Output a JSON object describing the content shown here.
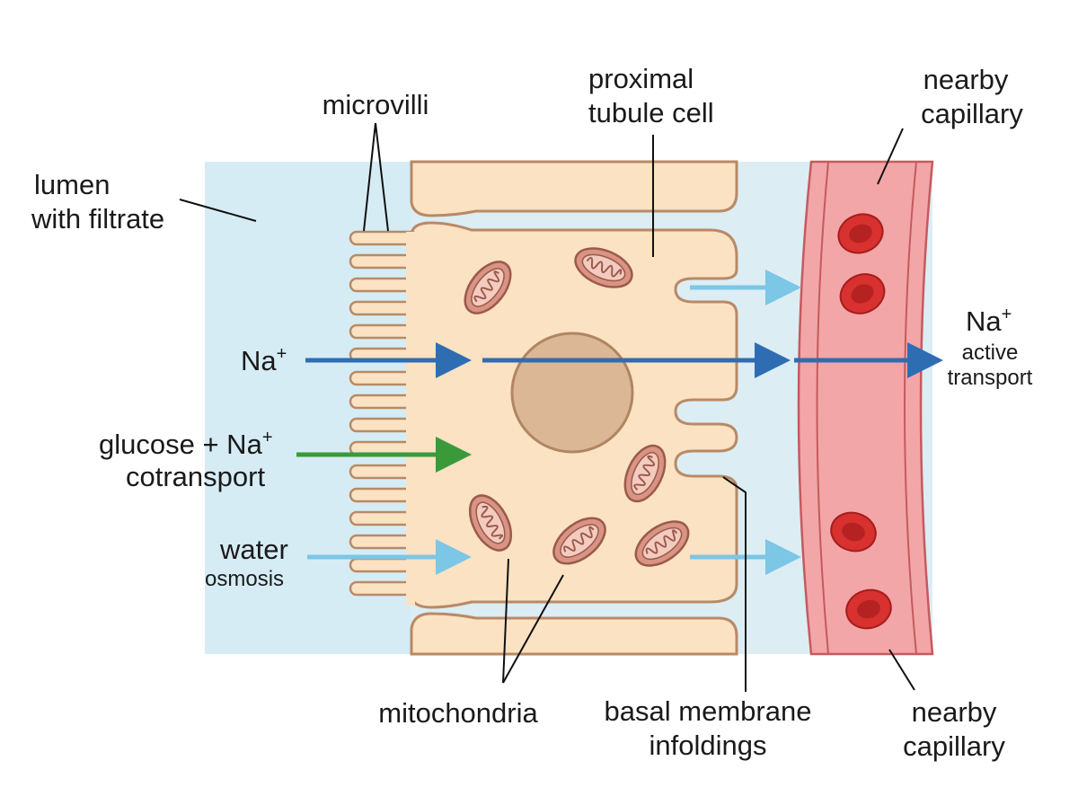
{
  "labels": {
    "microvilli": "microvilli",
    "lumen_line1": "lumen",
    "lumen_line2": "with filtrate",
    "cell_line1": "proximal",
    "cell_line2": "tubule cell",
    "capillary_top_line1": "nearby",
    "capillary_top_line2": "capillary",
    "na_left": "Na",
    "na_left_sup": "+",
    "glucose_line1": "glucose + Na",
    "glucose_sup": "+",
    "glucose_line2": "cotransport",
    "water_line1": "water",
    "water_line2": "osmosis",
    "na_right": "Na",
    "na_right_sup": "+",
    "active_line1": "active",
    "active_line2": "transport",
    "mitochondria": "mitochondria",
    "basal_line1": "basal membrane",
    "basal_line2": "infoldings",
    "capillary_bottom_line1": "nearby",
    "capillary_bottom_line2": "capillary"
  },
  "colors": {
    "lumen_fill": "#d6ecf5",
    "cell_fill": "#fbe2c2",
    "cell_outline": "#b88a66",
    "nucleus_fill": "#dbb796",
    "mito_fill": "#d99483",
    "capillary_fill": "#f2a6a8",
    "rbc_fill": "#d8312f",
    "na_arrow": "#2f6db3",
    "glucose_arrow": "#3a9a3a",
    "water_arrow": "#7cc6e6"
  }
}
